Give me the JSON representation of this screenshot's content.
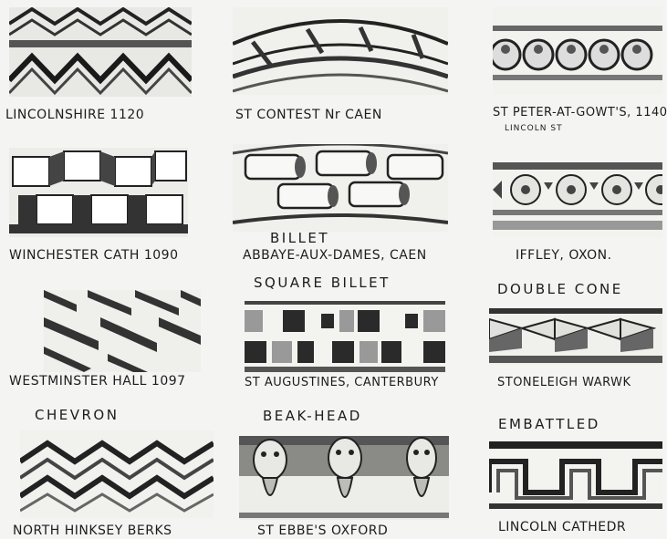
{
  "captions": {
    "lincolnshire": "LINCOLNSHIRE 1120",
    "st_contest": "ST CONTEST Nr CAEN",
    "st_peter": "ST PETER-AT-GOWT'S, 1140",
    "st_peter_sub": "LINCOLN ST",
    "winchester": "WINCHESTER CATH 1090",
    "abbaye": "ABBAYE-AUX-DAMES, CAEN",
    "iffley": "IFFLEY, OXON.",
    "westminster": "WESTMINSTER HALL 1097",
    "st_augustines": "ST AUGUSTINES, CANTERBURY",
    "stoneleigh": "STONELEIGH WARWK",
    "north_hinksey": "NORTH HINKSEY BERKS",
    "st_ebbe": "ST EBBE'S OXFORD",
    "lincoln_cathedral": "LINCOLN CATHEDR"
  },
  "headings": {
    "billet": "BILLET",
    "square_billet": "SQUARE BILLET",
    "double_cone": "DOUBLE CONE",
    "chevron": "CHEVRON",
    "beak_head": "BEAK-HEAD",
    "embattled": "EMBATTLED"
  }
}
